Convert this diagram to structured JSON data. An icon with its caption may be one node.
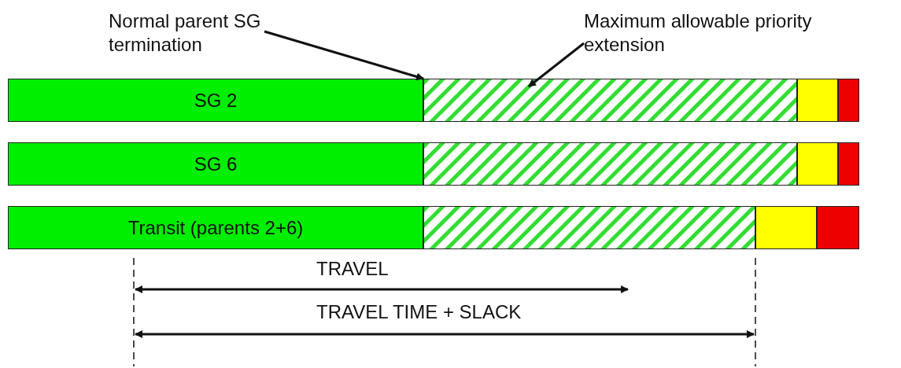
{
  "diagram": {
    "nodes": [
      {
        "text": [
          "Normal parent SG termination"
        ]
      },
      {
        "text": [
          "Maximum allowable priority extension"
        ]
      },
      {
        "text": [
          "SG 2"
        ]
      },
      {
        "text": [],
        "shape": "bar"
      },
      {
        "text": [],
        "shape": "bar"
      },
      {
        "text": [],
        "shape": "bar"
      },
      {
        "text": [
          "SG 6"
        ]
      },
      {
        "text": [],
        "shape": "bar"
      },
      {
        "text": [],
        "shape": "bar"
      },
      {
        "text": [],
        "shape": "bar"
      },
      {
        "text": [
          "Transit (parents 2+6)"
        ]
      },
      {
        "text": [],
        "shape": "bar"
      },
      {
        "text": [],
        "shape": "bar"
      },
      {
        "text": [],
        "shape": "bar"
      }
    ],
    "edges": [
      {
        "from": 0,
        "to": 3,
        "arrow": "to"
      },
      {
        "from": 1,
        "to": 3,
        "arrow": "to"
      }
    ],
    "labels": [
      "TRAVEL",
      "TRAVEL TIME + SLACK"
    ]
  }
}
